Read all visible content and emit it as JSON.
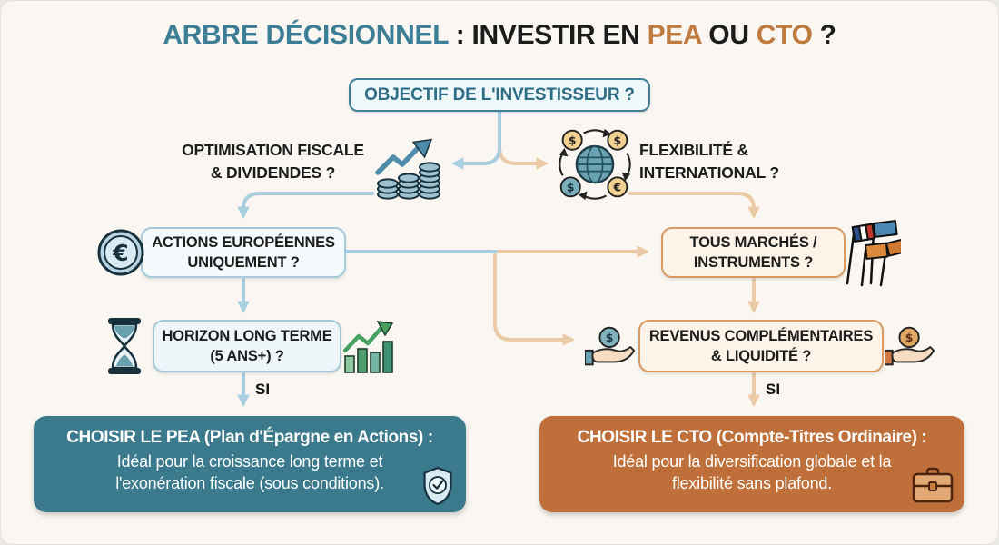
{
  "title": {
    "part_teal": "ARBRE DÉCISIONNEL",
    "part_colon": " : ",
    "part_mid": "INVESTIR EN ",
    "part_pea": "PEA",
    "part_ou": " OU ",
    "part_cto": "CTO",
    "part_q": " ?"
  },
  "root": {
    "question": "OBJECTIF DE L'INVESTISSEUR ?"
  },
  "branches": {
    "left": {
      "line1": "OPTIMISATION FISCALE",
      "line2": "& DIVIDENDES ?"
    },
    "right": {
      "line1": "FLEXIBILITÉ &",
      "line2": "INTERNATIONAL ?"
    }
  },
  "nodes": {
    "actions_europeennes": {
      "line1": "ACTIONS EUROPÉENNES",
      "line2": "UNIQUEMENT ?"
    },
    "tous_marches": {
      "line1": "TOUS MARCHÉS /",
      "line2": "INSTRUMENTS ?"
    },
    "horizon": {
      "line1": "HORIZON LONG TERME",
      "line2": "(5 ANS+) ?"
    },
    "revenus": {
      "line1": "REVENUS COMPLÉMENTAIRES",
      "line2": "& LIQUIDITÉ ?"
    }
  },
  "si_left": "SI",
  "si_right": "SI",
  "results": {
    "pea": {
      "title": "CHOISIR LE PEA (Plan d'Épargne en Actions) :",
      "body_line1": "Idéal pour la croissance long terme et",
      "body_line2": "l'exonération fiscale (sous conditions)."
    },
    "cto": {
      "title": "CHOISIR LE CTO (Compte-Titres Ordinaire) :",
      "body_line1": "Idéal pour la diversification globale et la",
      "body_line2": "flexibilité sans plafond."
    }
  },
  "icons": {
    "left_branch": "coins-growth-icon",
    "right_branch": "globe-currency-exchange-icon",
    "actions_node": "euro-coin-icon",
    "tous_marches_node": "flags-icon",
    "horizon_left": "hourglass-icon",
    "horizon_right": "bar-chart-growth-icon",
    "revenus_left": "hand-coin-teal-icon",
    "revenus_right": "hand-coin-orange-icon",
    "pea_result": "shield-check-icon",
    "cto_result": "briefcase-icon"
  },
  "palette": {
    "background": "#faf7f2",
    "title_teal": "#3d7e97",
    "title_orange": "#bf7a3e",
    "text_dark": "#1c1c1c",
    "node_blue_border": "#a3c9db",
    "node_orange_border": "#d9995f",
    "root_border": "#3f7f97",
    "arrow_blue": "#a9cee0",
    "arrow_orange": "#eccaa5",
    "pea_box_bg": "#3a7a8c",
    "cto_box_bg": "#bf6f39"
  }
}
